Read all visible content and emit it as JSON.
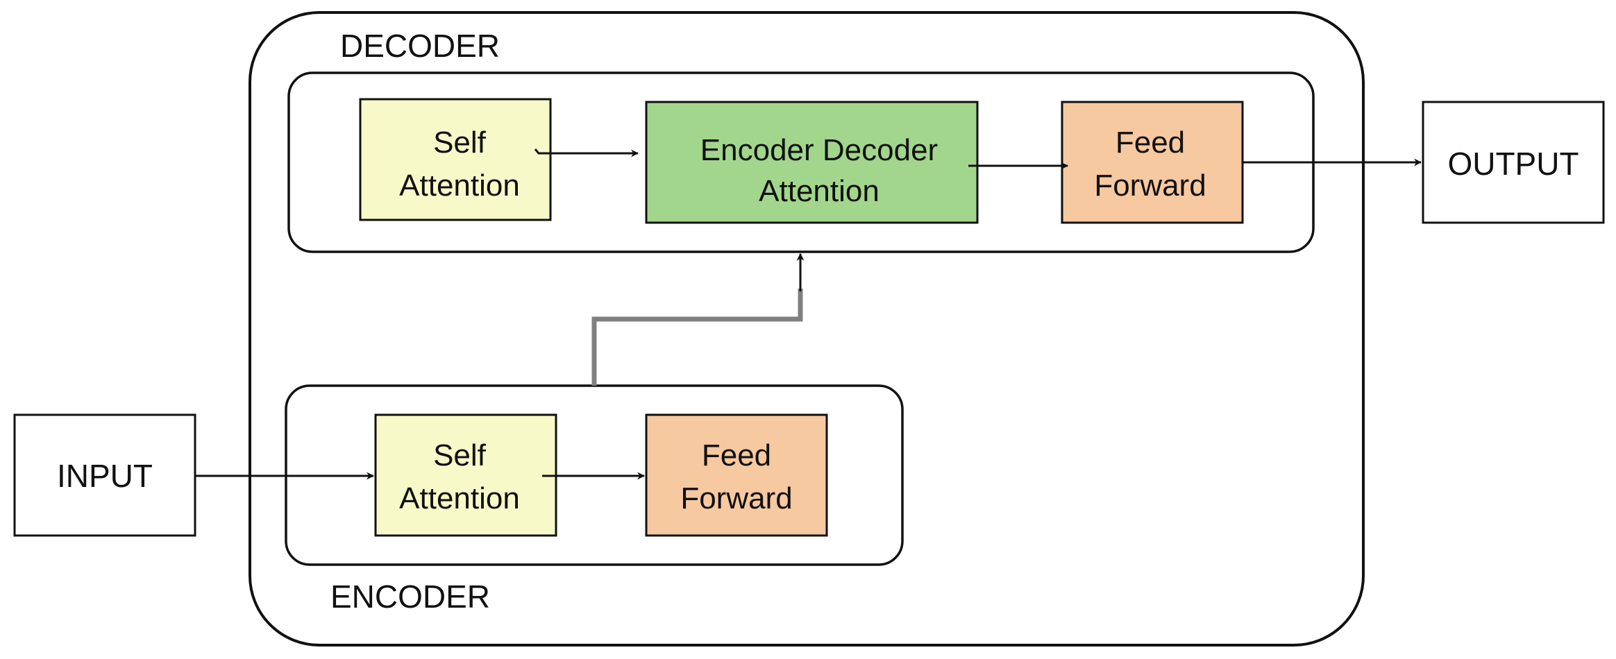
{
  "colors": {
    "self_attention_fill": "#f8f9c9",
    "encoder_decoder_attention_fill": "#a2d68c",
    "feed_forward_fill": "#f7c9a0",
    "stroke": "#111111",
    "skip_connector": "#808080"
  },
  "containers": {
    "decoder_label": "DECODER",
    "encoder_label": "ENCODER"
  },
  "nodes": {
    "input": {
      "label": "INPUT"
    },
    "output": {
      "label": "OUTPUT"
    },
    "decoder_self_attention": {
      "line1": "Self",
      "line2": "Attention"
    },
    "encoder_decoder_attention": {
      "line1": "Encoder Decoder",
      "line2": "Attention"
    },
    "decoder_feed_forward": {
      "line1": "Feed",
      "line2": "Forward"
    },
    "encoder_self_attention": {
      "line1": "Self",
      "line2": "Attention"
    },
    "encoder_feed_forward": {
      "line1": "Feed",
      "line2": "Forward"
    }
  },
  "edges": [
    {
      "from": "input",
      "to": "encoder_self_attention"
    },
    {
      "from": "encoder_self_attention",
      "to": "encoder_feed_forward"
    },
    {
      "from": "encoder",
      "to": "encoder_decoder_attention"
    },
    {
      "from": "decoder_self_attention",
      "to": "encoder_decoder_attention"
    },
    {
      "from": "encoder_decoder_attention",
      "to": "decoder_feed_forward"
    },
    {
      "from": "decoder_feed_forward",
      "to": "output"
    }
  ]
}
